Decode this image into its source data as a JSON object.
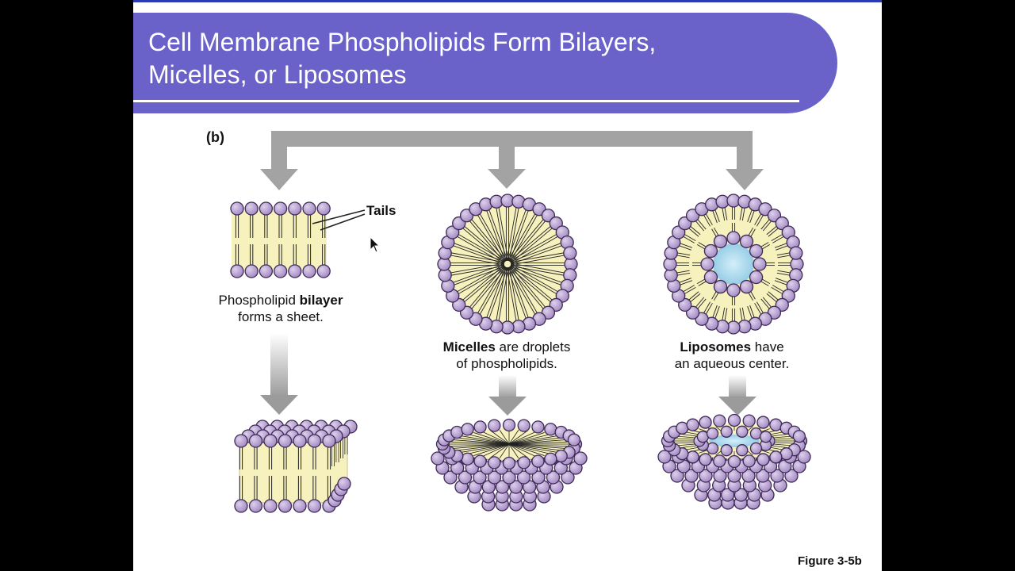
{
  "slide": {
    "title_line1": "Cell Membrane Phospholipids Form Bilayers,",
    "title_line2": "Micelles, or Liposomes",
    "panel_label": "(b)",
    "figure_label": "Figure 3-5b"
  },
  "diagram": {
    "tails_label": "Tails",
    "bilayer": {
      "bold": "bilayer",
      "line1_pre": "Phospholipid ",
      "line2": "forms a sheet."
    },
    "micelle": {
      "bold": "Micelles",
      "line1_post": " are droplets",
      "line2": "of phospholipids."
    },
    "liposome": {
      "bold": "Liposomes",
      "line1_post": " have",
      "line2": "an aqueous center."
    }
  },
  "colors": {
    "title_band": "#6a62c8",
    "head_fill": "#b59ad0",
    "head_stroke": "#3e2a55",
    "tail_fill": "#f7f1be",
    "aqueous": "#a9d9ef",
    "arrow": "#a0a0a0"
  }
}
